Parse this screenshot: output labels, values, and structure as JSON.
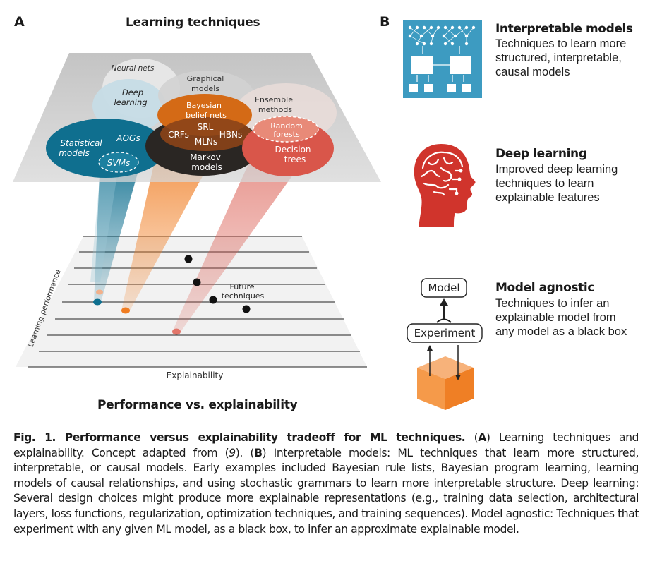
{
  "panel_a": {
    "letter": "A",
    "title": "Learning techniques",
    "bottom_title": "Performance vs. explainability",
    "y_axis_label": "Learning performance",
    "x_axis_label": "Explainability",
    "future_label_line1": "Future",
    "future_label_line2": "techniques",
    "techniques": {
      "neural_nets": "Neural nets",
      "deep_learning_1": "Deep",
      "deep_learning_2": "learning",
      "statistical_1": "Statistical",
      "statistical_2": "models",
      "aogs": "AOGs",
      "svms": "SVMs",
      "graphical_1": "Graphical",
      "graphical_2": "models",
      "bayesian_1": "Bayesian",
      "bayesian_2": "belief nets",
      "srl": "SRL",
      "crfs": "CRFs",
      "hbns": "HBNs",
      "mlns": "MLNs",
      "markov_1": "Markov",
      "markov_2": "models",
      "ensemble_1": "Ensemble",
      "ensemble_2": "methods",
      "random_forests_1": "Random",
      "random_forests_2": "forests",
      "decision_trees_1": "Decision",
      "decision_trees_2": "trees"
    },
    "colors": {
      "teal": "#0f6f8f",
      "orange": "#f07d22",
      "red": "#d9564a",
      "grey": "#c8c8c8"
    }
  },
  "panel_b": {
    "letter": "B",
    "items": [
      {
        "heading": "Interpretable models",
        "desc_lines": [
          "Techniques to learn more",
          "structured, interpretable,",
          "causal models"
        ],
        "icon": "network-diagram-icon"
      },
      {
        "heading": "Deep learning",
        "desc_lines": [
          "Improved deep learning",
          "techniques to learn",
          "explainable features"
        ],
        "icon": "brain-head-icon"
      },
      {
        "heading": "Model agnostic",
        "desc_lines": [
          "Techniques to infer an",
          "explainable model from",
          "any model as a black box"
        ],
        "icon": "black-box-icon",
        "model_label": "Model",
        "experiment_label": "Experiment"
      }
    ]
  },
  "caption": {
    "title": "Fig. 1. Performance versus explainability tradeoff for ML techniques.",
    "part1": " (",
    "a_ref": "A",
    "part2": ") Learning techniques and explainability. Concept adapted from (",
    "cite": "9",
    "part3": "). (",
    "b_ref": "B",
    "part4": ") Interpretable models: ML techniques that learn more structured, interpretable, or causal models. Early examples included Bayesian rule lists, Bayesian program learning, learning models of causal relationships, and using stochastic grammars to learn more interpretable structure. Deep learning: Several design choices might produce more explainable representations (e.g., training data selection, architectural layers, loss functions, regularization, optimization techniques, and training sequences). Model agnostic: Techniques that experiment with any given ML model, as a black box, to infer an approximate explainable model."
  }
}
